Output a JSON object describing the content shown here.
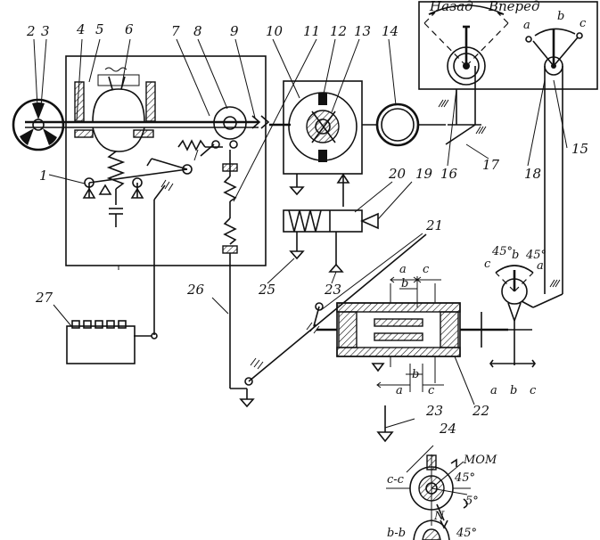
{
  "labels": {
    "n1": "1",
    "n2": "2",
    "n3": "3",
    "n4": "4",
    "n5": "5",
    "n6": "6",
    "n7": "7",
    "n8": "8",
    "n9": "9",
    "n10": "10",
    "n11": "11",
    "n12": "12",
    "n13": "13",
    "n14": "14",
    "n15": "15",
    "n16": "16",
    "n17": "17",
    "n18": "18",
    "n19": "19",
    "n20": "20",
    "n21": "21",
    "n22": "22",
    "n23": "23",
    "n23b": "23",
    "n24": "24",
    "n25": "25",
    "n26": "26",
    "n27": "27"
  },
  "lever_panel": {
    "back": "Назад",
    "forward": "Вперед",
    "pos_a": "a",
    "pos_b": "b",
    "pos_c": "c"
  },
  "valve_positions": {
    "top_a": "a",
    "top_b": "b",
    "top_c": "c",
    "bot_a": "a",
    "bot_b": "b",
    "bot_c": "c"
  },
  "quadrant": {
    "angle_left": "45°",
    "angle_right": "45°",
    "pos_c": "c",
    "pos_b": "b",
    "pos_a": "a",
    "axis_a": "a",
    "axis_b": "b",
    "axis_c": "c"
  },
  "sections": {
    "cc": "c-c",
    "bb": "b-b",
    "mdm": "МОМ",
    "angle1": "45°",
    "angle2": "5°",
    "angle3": "45°",
    "n": "N"
  }
}
